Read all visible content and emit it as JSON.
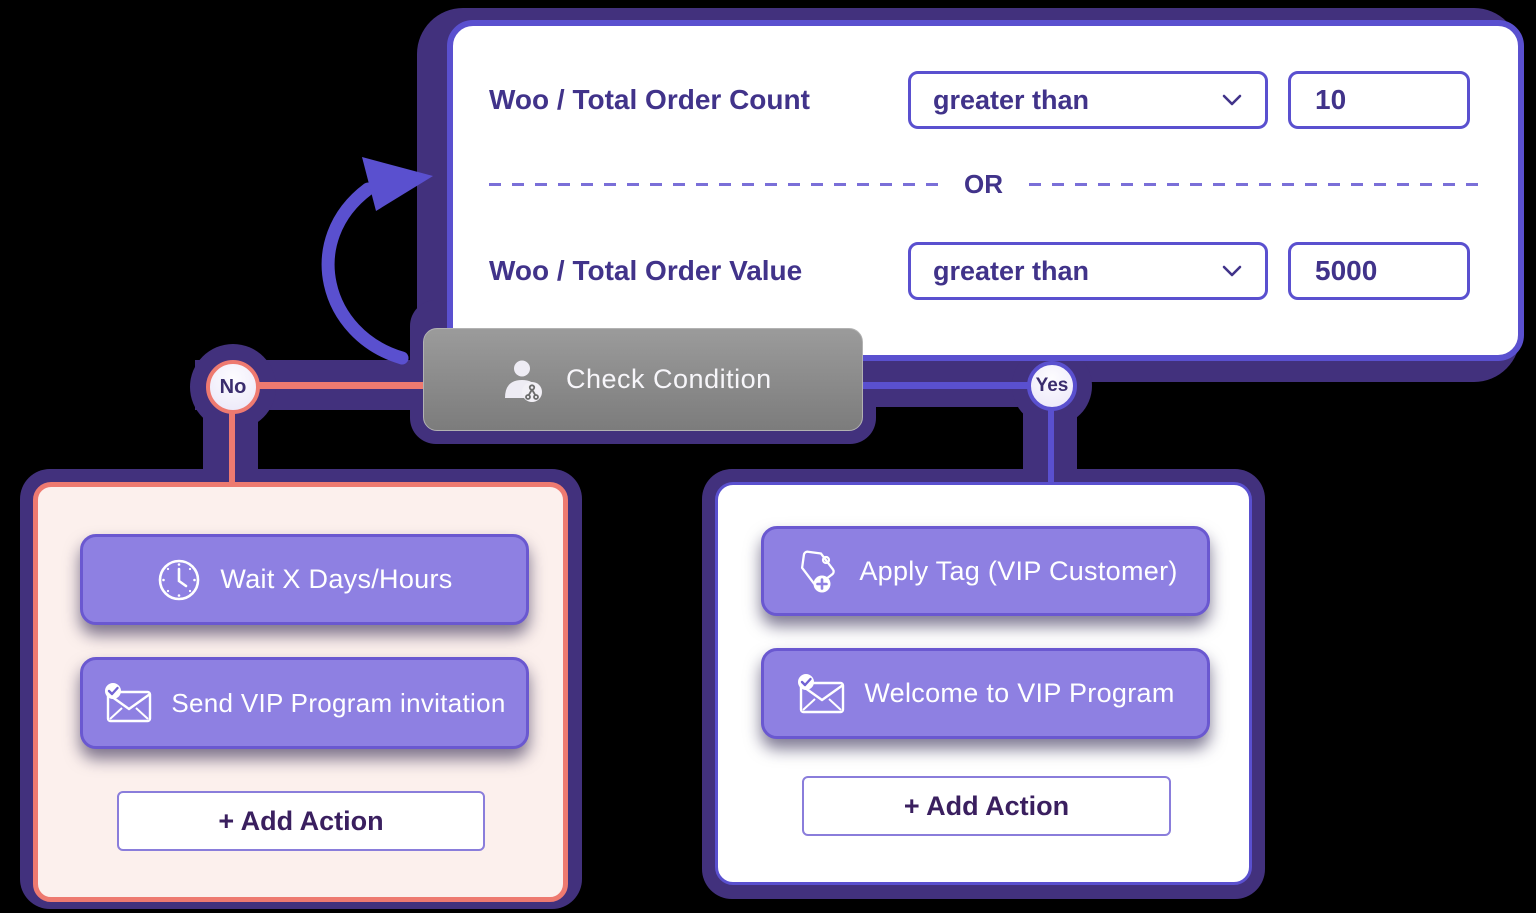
{
  "colors": {
    "accent_purple": "#5a50cf",
    "halo_purple": "#42317d",
    "button_purple": "#8e80e2",
    "pink": "#ee7a70",
    "pale_pink_bg": "#fcf0ed",
    "indigo_text": "#41338a",
    "add_action_text": "#3a1f5f",
    "node_gray": "#8d8d8d"
  },
  "condition_panel": {
    "rows": [
      {
        "field": "Woo / Total Order Count",
        "operator": "greater than",
        "value": "10"
      },
      {
        "field": "Woo / Total Order Value",
        "operator": "greater than",
        "value": "5000"
      }
    ],
    "or_label": "OR"
  },
  "condition_node": {
    "label": "Check Condition",
    "icon": "person-branch-icon"
  },
  "branches": {
    "no": {
      "label": "No",
      "actions": [
        {
          "icon": "clock-icon",
          "label": "Wait X Days/Hours"
        },
        {
          "icon": "mail-check-icon",
          "label": "Send VIP Program invitation"
        }
      ],
      "add_action_label": "+ Add Action"
    },
    "yes": {
      "label": "Yes",
      "actions": [
        {
          "icon": "tag-plus-icon",
          "label": "Apply Tag (VIP Customer)"
        },
        {
          "icon": "mail-check-icon",
          "label": "Welcome to VIP Program"
        }
      ],
      "add_action_label": "+ Add Action"
    }
  }
}
